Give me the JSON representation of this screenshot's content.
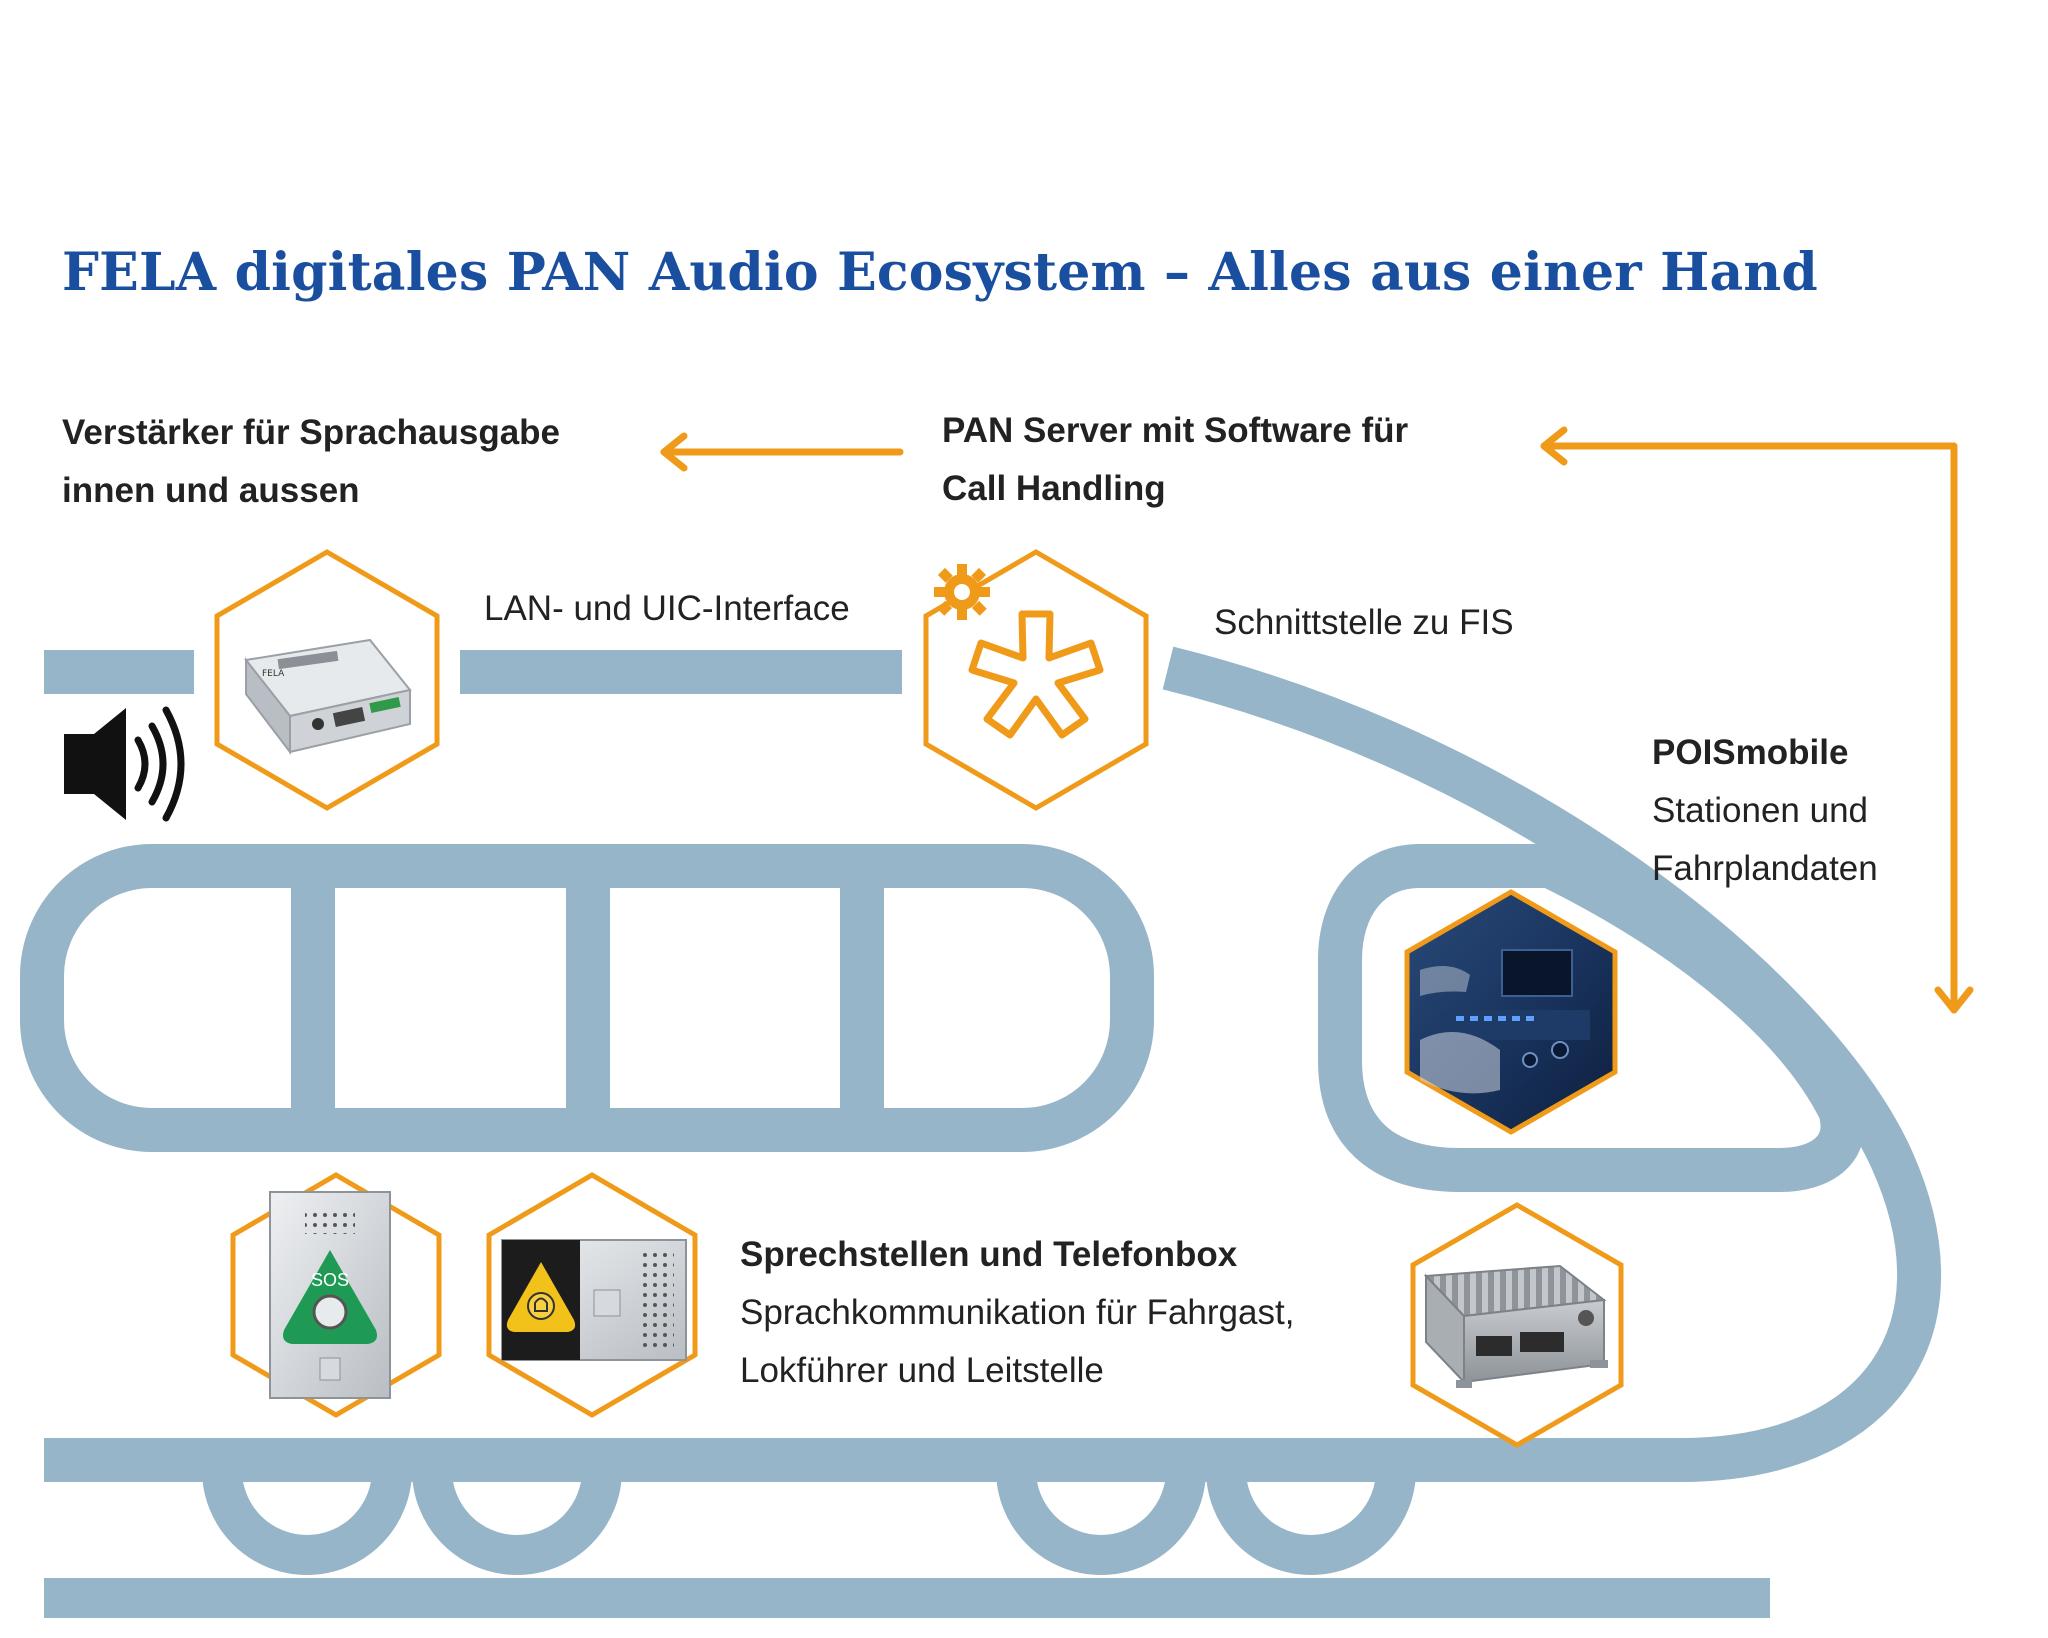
{
  "title": "FELA digitales PAN Audio Ecosystem – Alles aus einer Hand",
  "colors": {
    "title": "#1a4fa0",
    "train": "#97b5c9",
    "accent": "#f09a1a",
    "text": "#222222"
  },
  "labels": {
    "amplifier": {
      "line1": "Verstärker für Sprachausgabe",
      "line2": "innen und aussen"
    },
    "server": {
      "line1": "PAN Server mit Software für",
      "line2": "Call Handling"
    },
    "lan": "LAN- und UIC-Interface",
    "fis": "Schnittstelle zu FIS",
    "pois": {
      "title": "POISmobile",
      "line1": "Stationen und",
      "line2": "Fahrplandaten"
    },
    "intercom": {
      "title": "Sprechstellen und Telefonbox",
      "line1": "Sprachkommunikation für Fahrgast,",
      "line2": "Lokführer und Leitstelle"
    }
  },
  "sos_button_text": "SOS",
  "icons": [
    "speaker-icon",
    "gear-icon",
    "asterisk-icon",
    "bell-icon"
  ]
}
